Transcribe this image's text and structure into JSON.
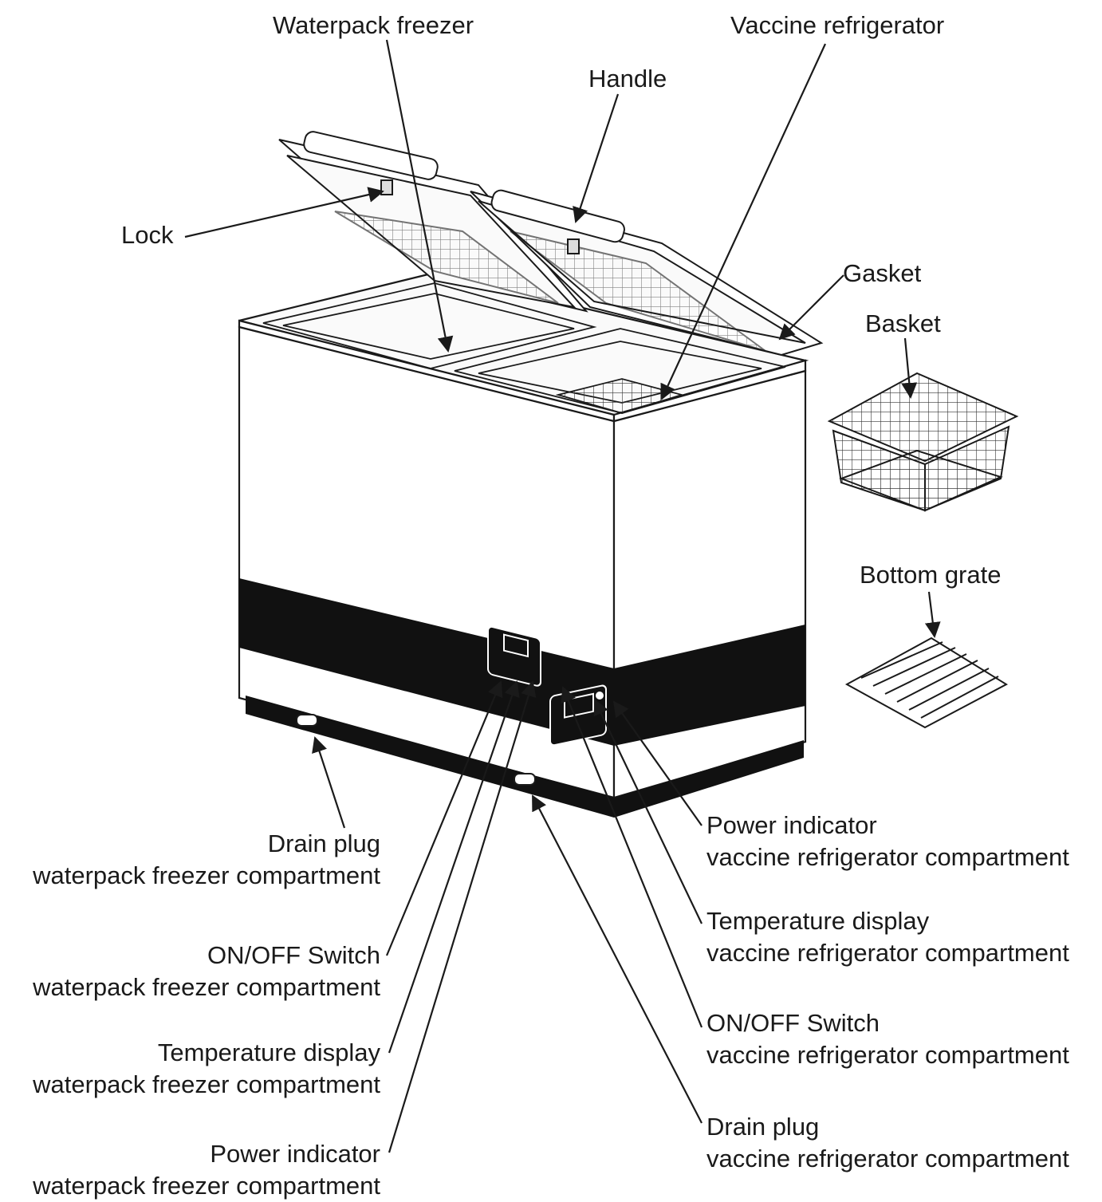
{
  "labels": {
    "waterpack_freezer": "Waterpack freezer",
    "vaccine_refrigerator": "Vaccine refrigerator",
    "handle": "Handle",
    "lock": "Lock",
    "gasket": "Gasket",
    "basket": "Basket",
    "bottom_grate": "Bottom grate",
    "drain_plug_freezer": {
      "line1": "Drain plug",
      "line2": "waterpack freezer compartment"
    },
    "switch_freezer": {
      "line1": "ON/OFF Switch",
      "line2": "waterpack freezer compartment"
    },
    "temp_freezer": {
      "line1": "Temperature display",
      "line2": "waterpack freezer compartment"
    },
    "power_freezer": {
      "line1": "Power indicator",
      "line2": "waterpack freezer compartment"
    },
    "power_vaccine": {
      "line1": "Power indicator",
      "line2": "vaccine refrigerator compartment"
    },
    "temp_vaccine": {
      "line1": "Temperature display",
      "line2": "vaccine refrigerator compartment"
    },
    "switch_vaccine": {
      "line1": "ON/OFF Switch",
      "line2": "vaccine refrigerator compartment"
    },
    "drain_plug_vaccine": {
      "line1": "Drain plug",
      "line2": "vaccine refrigerator compartment"
    }
  },
  "colors": {
    "ink": "#1a1a1a",
    "band": "#111111",
    "paper": "#ffffff"
  }
}
